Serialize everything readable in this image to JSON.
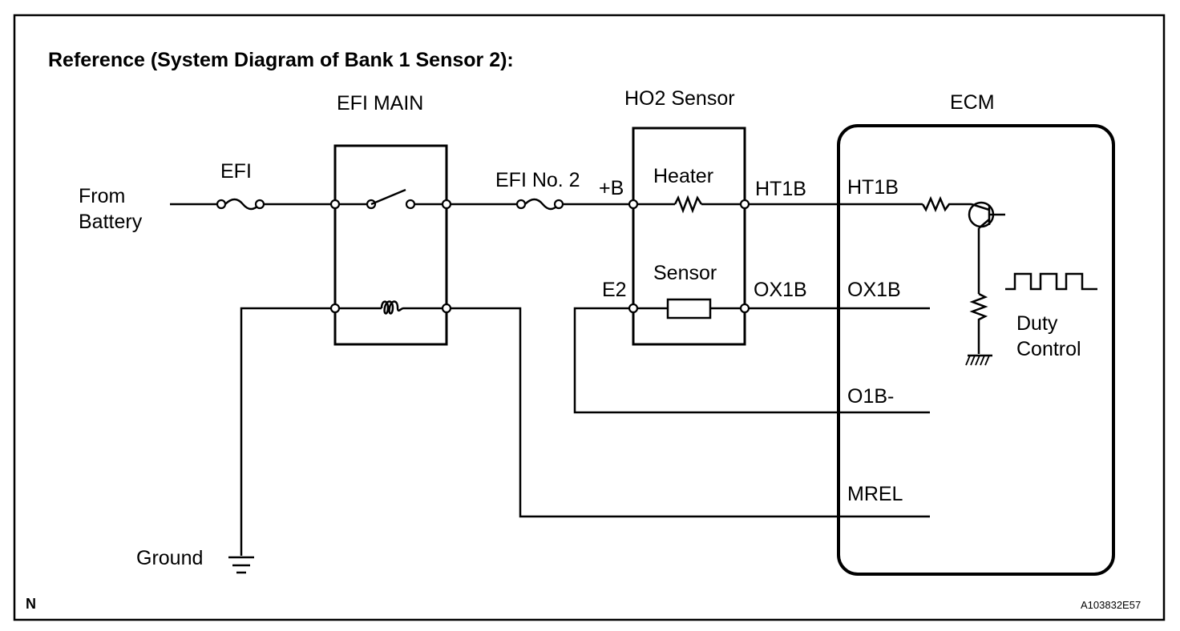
{
  "title": "Reference (System Diagram of Bank 1 Sensor 2):",
  "labels": {
    "from_battery_line1": "From",
    "from_battery_line2": "Battery",
    "efi_fuse": "EFI",
    "efi_main": "EFI MAIN",
    "efi_no2": "EFI No. 2",
    "plus_b": "+B",
    "ho2_sensor": "HO2 Sensor",
    "heater": "Heater",
    "sensor": "Sensor",
    "e2": "E2",
    "ht1b_sensor": "HT1B",
    "ox1b_sensor": "OX1B",
    "ecm": "ECM",
    "ht1b_ecm": "HT1B",
    "ox1b_ecm": "OX1B",
    "o1b_minus": "O1B-",
    "mrel": "MREL",
    "duty_line1": "Duty",
    "duty_line2": "Control",
    "ground": "Ground",
    "corner_mark": "N",
    "figure_id": "A103832E57"
  },
  "icons": [
    "fuse-icon",
    "relay-switch-icon",
    "relay-coil-icon",
    "resistor-icon",
    "transistor-icon",
    "ground-icon",
    "square-wave-icon"
  ]
}
